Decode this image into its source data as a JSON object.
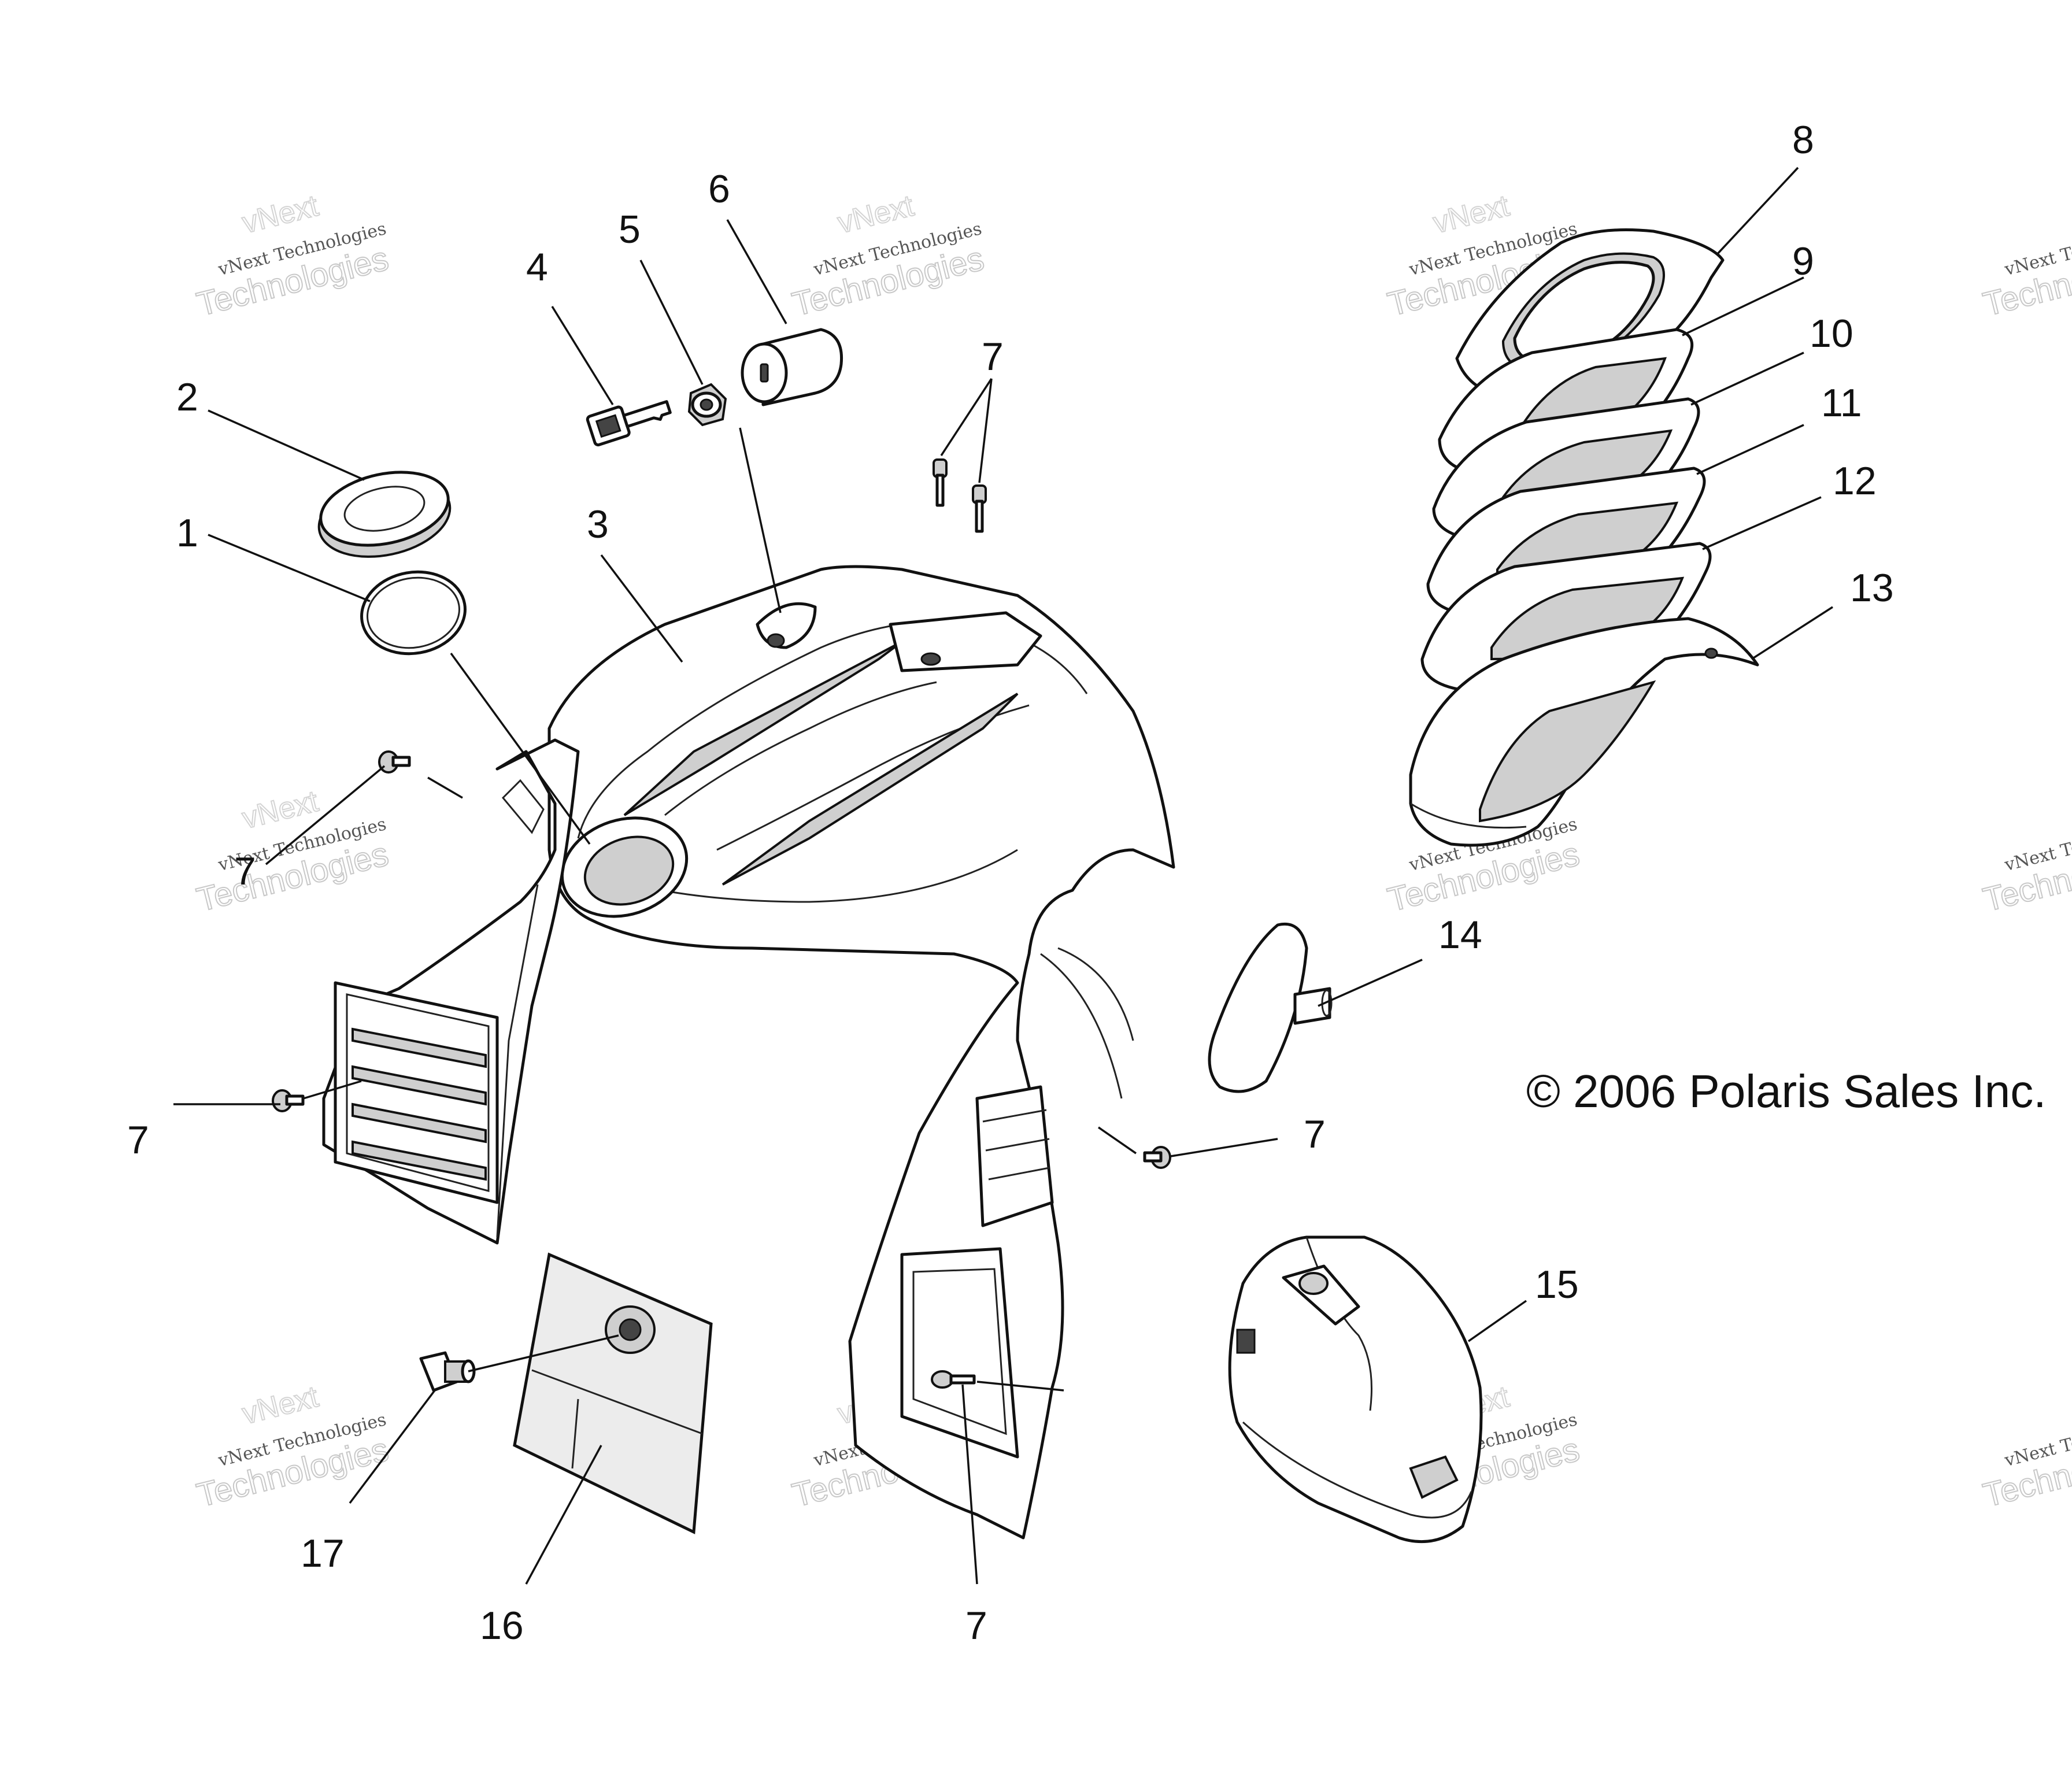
{
  "callouts": [
    "1",
    "2",
    "3",
    "4",
    "5",
    "6",
    "7",
    "7",
    "7",
    "7",
    "7",
    "8",
    "9",
    "10",
    "11",
    "12",
    "13",
    "14",
    "15",
    "16",
    "17"
  ],
  "copyright": "© 2006 Polaris Sales Inc.",
  "watermark": {
    "line1": "vNext Technologies",
    "line2": "Technologies",
    "back": "vNext",
    "edge1": "vNext Te",
    "edge2": "Technol"
  }
}
